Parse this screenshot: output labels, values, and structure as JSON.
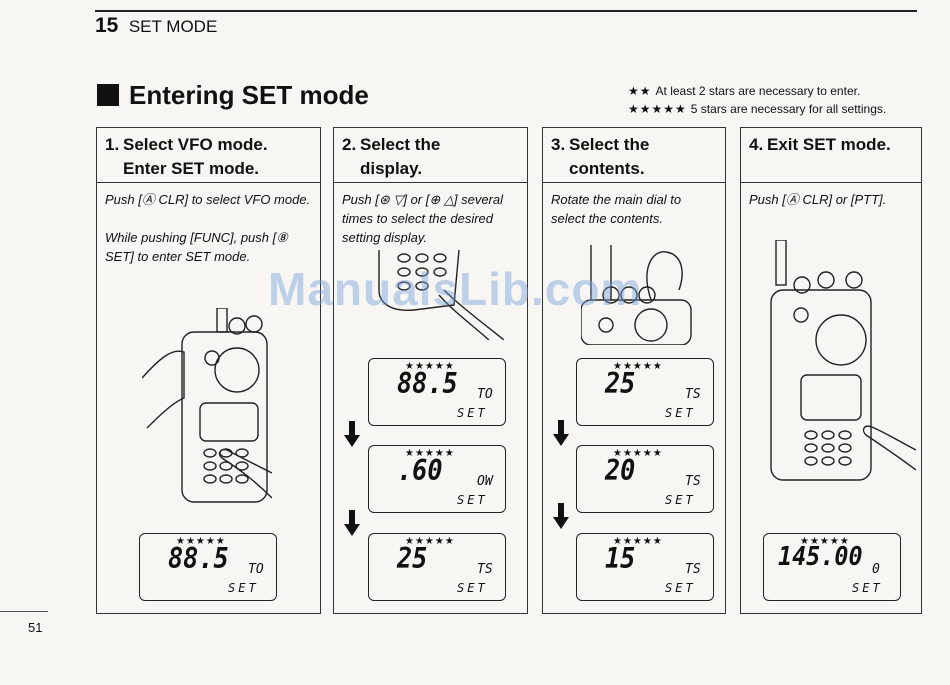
{
  "section": {
    "number": "15",
    "name": "SET MODE"
  },
  "title": "Entering SET mode",
  "notes": [
    {
      "stars": "★★",
      "text": "At least 2 stars are necessary to enter."
    },
    {
      "stars": "★★★★★",
      "text": "5 stars are necessary for all settings."
    }
  ],
  "steps": [
    {
      "number": "1.",
      "heading_line1": "Select VFO mode.",
      "heading_line2": "Enter SET mode.",
      "paragraph1": "Push [Ⓐ CLR] to select VFO mode.",
      "paragraph2": "While pushing [FUNC], push [⑧ SET] to enter SET mode.",
      "displays": [
        {
          "stars": "★★★★★",
          "value": "88.5",
          "sub": "TO",
          "set": "SET"
        }
      ]
    },
    {
      "number": "2.",
      "heading_line1": "Select the",
      "heading_line2": "display.",
      "paragraph1": "Push [⊛ ▽] or [⊕ △] several times to select the desired setting display.",
      "displays": [
        {
          "stars": "★★★★★",
          "value": "88.5",
          "sub": "TO",
          "set": "SET"
        },
        {
          "stars": "★★★★★",
          "value": ".60",
          "sub": "OW",
          "set": "SET"
        },
        {
          "stars": "★★★★★",
          "value": "25",
          "sub": "TS",
          "set": "SET"
        }
      ]
    },
    {
      "number": "3.",
      "heading_line1": "Select the",
      "heading_line2": "contents.",
      "paragraph1": "Rotate the main dial to select the contents.",
      "displays": [
        {
          "stars": "★★★★★",
          "value": "25",
          "sub": "TS",
          "set": "SET"
        },
        {
          "stars": "★★★★★",
          "value": "20",
          "sub": "TS",
          "set": "SET"
        },
        {
          "stars": "★★★★★",
          "value": "15",
          "sub": "TS",
          "set": "SET"
        }
      ]
    },
    {
      "number": "4.",
      "heading_line1": "Exit SET mode.",
      "heading_line2": "",
      "paragraph1": "Push [Ⓐ CLR] or [PTT].",
      "displays": [
        {
          "stars": "★★★★★",
          "value": "145.00",
          "sub": "0",
          "set": "SET"
        }
      ]
    }
  ],
  "watermark": "ManualsLib.com",
  "page_number": "51"
}
